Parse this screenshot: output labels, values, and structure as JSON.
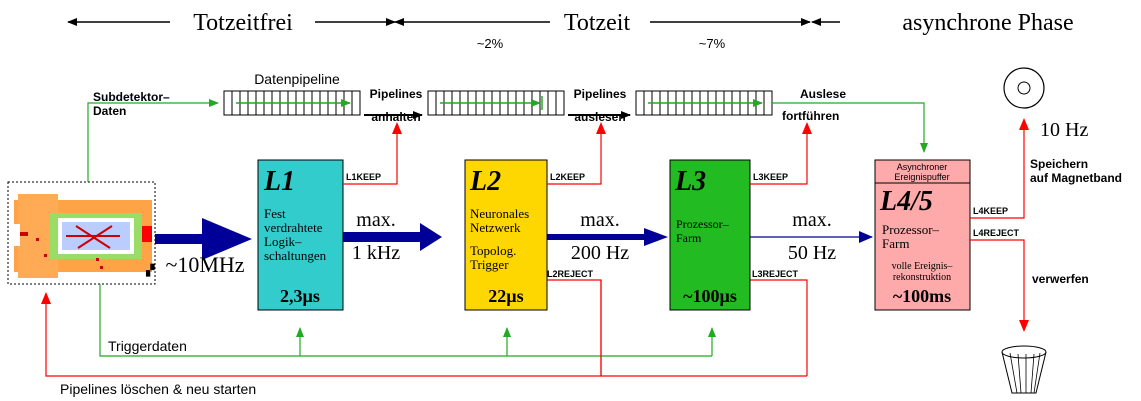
{
  "header": {
    "phase1": "Totzeitfrei",
    "phase2": "Totzeit",
    "phase3": "asynchrone Phase",
    "pct1": "~2%",
    "pct2": "~7%"
  },
  "pipeline": {
    "label": "Datenpipeline",
    "subdetektor1": "Subdetektor–",
    "subdetektor2": "Daten",
    "halt1": "Pipelines",
    "halt2": "anhalten",
    "read1": "Pipelines",
    "read2": "auslesen",
    "cont1": "Auslese",
    "cont2": "fortführen"
  },
  "rate_detector": "~10MHz",
  "l1": {
    "title": "L1",
    "lines": [
      "Fest",
      "verdrahtete",
      "Logik–",
      "schaltungen"
    ],
    "time": "2,3µs",
    "keep": "L1KEEP",
    "rate1": "max.",
    "rate2": "1 kHz"
  },
  "l2": {
    "title": "L2",
    "lines": [
      "Neuronales",
      "Netzwerk",
      "",
      "Topolog.",
      "Trigger"
    ],
    "time": "22µs",
    "keep": "L2KEEP",
    "reject": "L2REJECT",
    "rate1": "max.",
    "rate2": "200 Hz"
  },
  "l3": {
    "title": "L3",
    "lines": [
      "Prozessor–",
      "Farm"
    ],
    "time": "~100µs",
    "keep": "L3KEEP",
    "reject": "L3REJECT",
    "rate1": "max.",
    "rate2": "50 Hz"
  },
  "l45": {
    "buffer1": "Asynchroner",
    "buffer2": "Ereignispuffer",
    "title": "L4/5",
    "line1": "Prozessor–",
    "line2": "Farm",
    "line3": "volle Ereignis–",
    "line4": "rekonstruktion",
    "time": "~100ms",
    "keep": "L4KEEP",
    "reject": "L4REJECT"
  },
  "storage": {
    "rate": "10 Hz",
    "label1": "Speichern",
    "label2": "auf Magnetband",
    "discard": "verwerfen"
  },
  "triggerdaten": "Triggerdaten",
  "restart": "Pipelines löschen & neu starten",
  "colors": {
    "l1": "#33cccc",
    "l2": "#ffd700",
    "l3": "#22bb22",
    "l45": "#ffaaaa",
    "dataflow": "#000099",
    "trigger": "#22aa22",
    "keep": "#ff0000",
    "detector_bg": "#ff9933"
  }
}
